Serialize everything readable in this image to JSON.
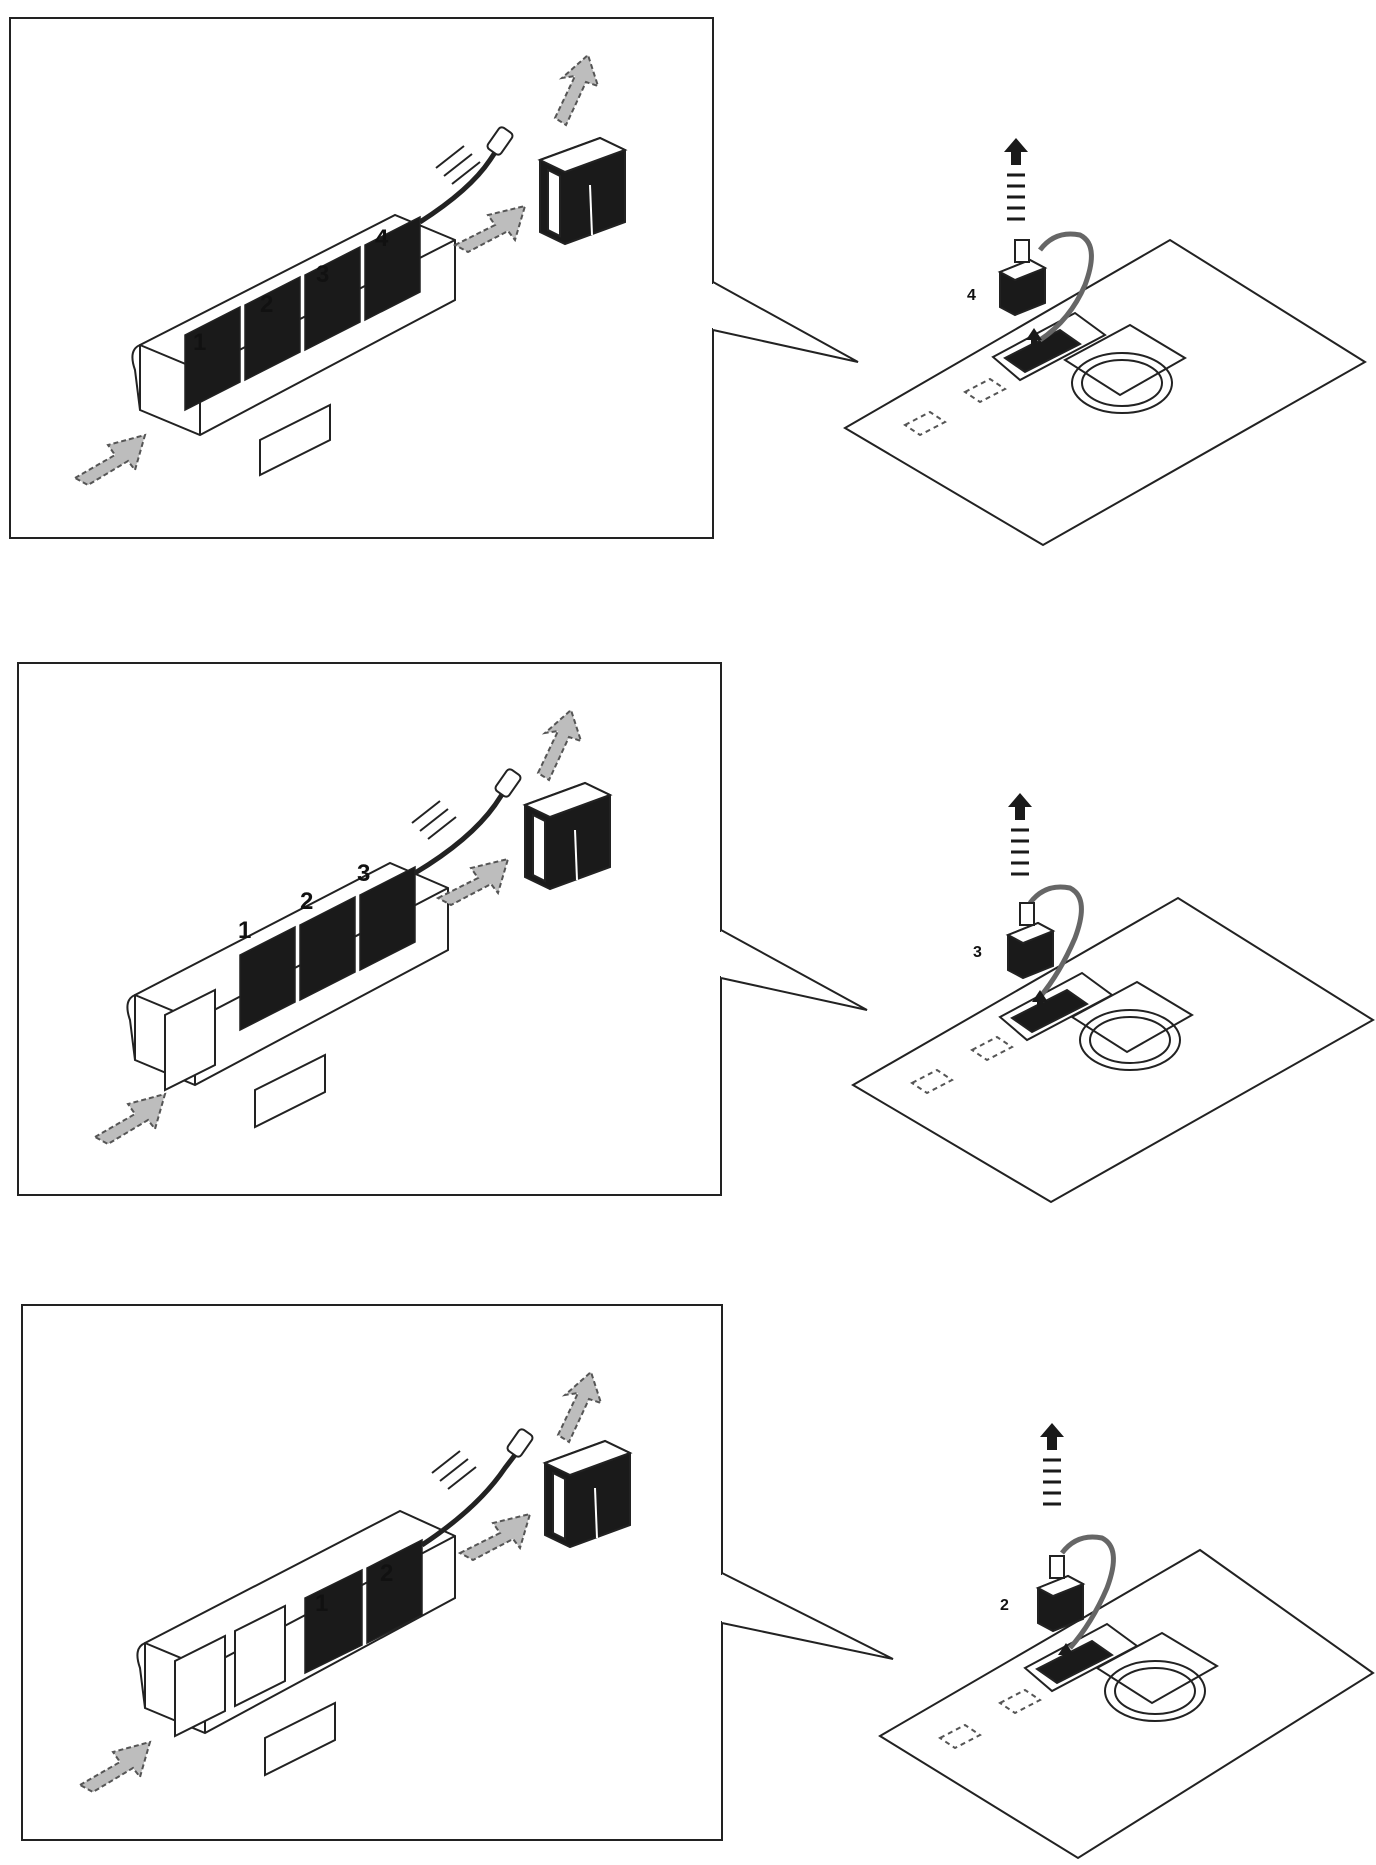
{
  "steps": [
    {
      "zoom_labels": [
        "1",
        "2",
        "3",
        "4"
      ],
      "board_label": "4"
    },
    {
      "zoom_labels": [
        "1",
        "2",
        "3"
      ],
      "board_label": "3"
    },
    {
      "zoom_labels": [
        "1",
        "2"
      ],
      "board_label": "2"
    }
  ],
  "colors": {
    "line": "#222222",
    "dark": "#1a1a1a",
    "arrow_fill": "#bdbdbd",
    "arrow_stroke": "#555555"
  }
}
